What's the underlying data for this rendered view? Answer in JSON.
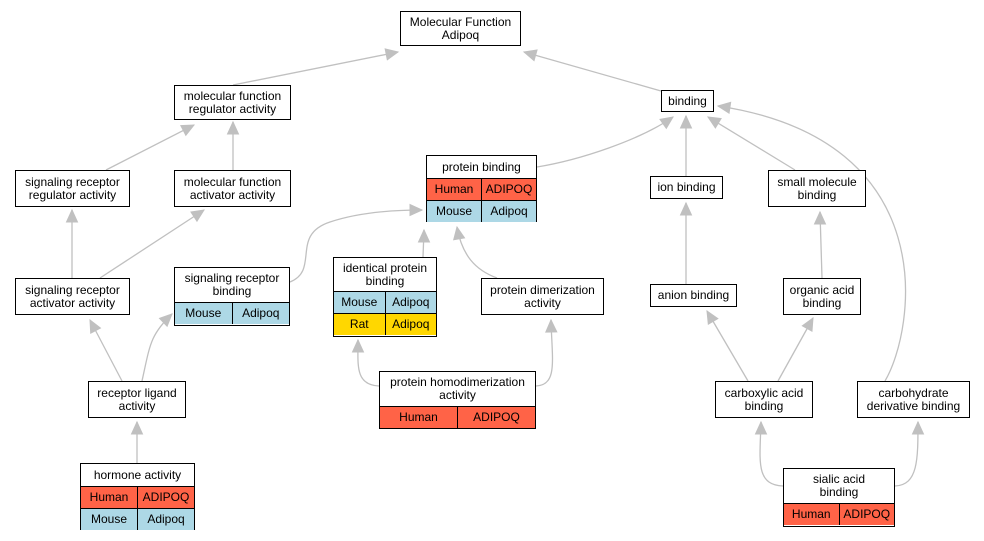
{
  "nodes": {
    "mf_root": {
      "title": "Molecular Function\nAdipoq",
      "rows": []
    },
    "mf_reg": {
      "title": "molecular function\nregulator activity",
      "rows": []
    },
    "binding": {
      "title": "binding",
      "rows": []
    },
    "sr_reg": {
      "title": "signaling receptor\nregulator activity",
      "rows": []
    },
    "mf_act": {
      "title": "molecular function\nactivator activity",
      "rows": []
    },
    "protein_bind": {
      "title": "protein binding",
      "rows": [
        {
          "species": "Human",
          "gene": "ADIPOQ",
          "kind": "human"
        },
        {
          "species": "Mouse",
          "gene": "Adipoq",
          "kind": "mouse"
        }
      ]
    },
    "ion_bind": {
      "title": "ion binding",
      "rows": []
    },
    "small_mol": {
      "title": "small molecule\nbinding",
      "rows": []
    },
    "sr_act": {
      "title": "signaling receptor\nactivator activity",
      "rows": []
    },
    "sr_bind": {
      "title": "signaling receptor\nbinding",
      "rows": [
        {
          "species": "Mouse",
          "gene": "Adipoq",
          "kind": "mouse"
        }
      ]
    },
    "ident_prot": {
      "title": "identical protein\nbinding",
      "rows": [
        {
          "species": "Mouse",
          "gene": "Adipoq",
          "kind": "mouse"
        },
        {
          "species": "Rat",
          "gene": "Adipoq",
          "kind": "rat"
        }
      ]
    },
    "prot_dimer": {
      "title": "protein dimerization\nactivity",
      "rows": []
    },
    "anion_bind": {
      "title": "anion binding",
      "rows": []
    },
    "org_acid": {
      "title": "organic acid\nbinding",
      "rows": []
    },
    "rec_ligand": {
      "title": "receptor ligand\nactivity",
      "rows": []
    },
    "prot_homodimer": {
      "title": "protein homodimerization\nactivity",
      "rows": [
        {
          "species": "Human",
          "gene": "ADIPOQ",
          "kind": "human"
        }
      ]
    },
    "carbox": {
      "title": "carboxylic acid\nbinding",
      "rows": []
    },
    "carbo_deriv": {
      "title": "carbohydrate\nderivative binding",
      "rows": []
    },
    "hormone": {
      "title": "hormone activity",
      "rows": [
        {
          "species": "Human",
          "gene": "ADIPOQ",
          "kind": "human"
        },
        {
          "species": "Mouse",
          "gene": "Adipoq",
          "kind": "mouse"
        }
      ]
    },
    "sialic": {
      "title": "sialic acid\nbinding",
      "rows": [
        {
          "species": "Human",
          "gene": "ADIPOQ",
          "kind": "human"
        }
      ]
    }
  },
  "colors": {
    "edge": "#c0c0c0",
    "human": "#ff6347",
    "mouse": "#add8e6",
    "rat": "#ffd700"
  }
}
